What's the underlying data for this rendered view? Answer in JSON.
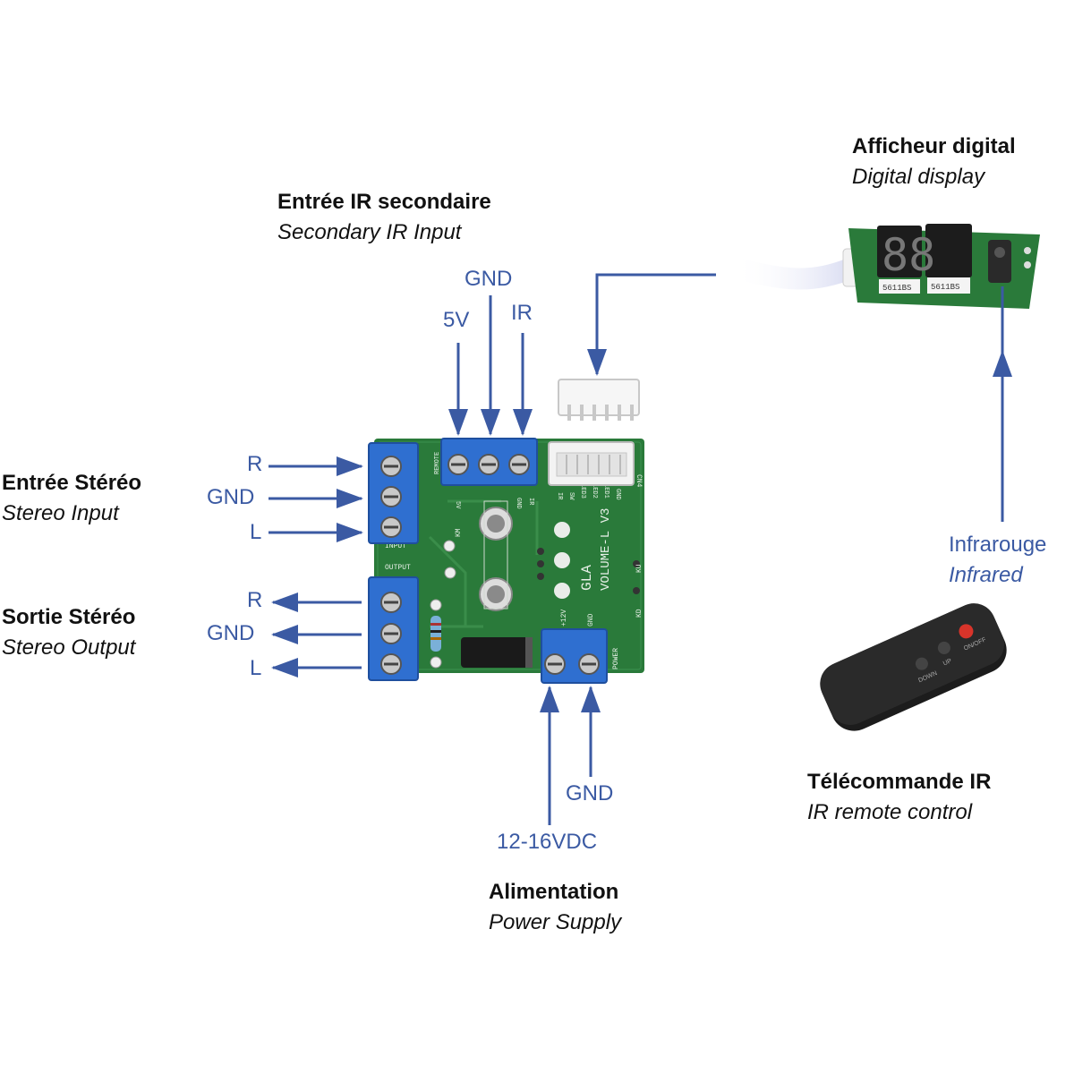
{
  "colors": {
    "arrow": "#3b5aa3",
    "pcb": "#2a7a3a",
    "terminal": "#2f6fd0",
    "text": "#111111"
  },
  "secondary_ir": {
    "title": "Entrée IR secondaire",
    "subtitle": "Secondary IR Input",
    "pins": [
      "5V",
      "GND",
      "IR"
    ]
  },
  "display": {
    "title": "Afficheur digital",
    "subtitle": "Digital display",
    "digits": "88",
    "part": "5611BS"
  },
  "stereo_input": {
    "title": "Entrée Stéréo",
    "subtitle": "Stereo Input",
    "pins": [
      "R",
      "GND",
      "L"
    ]
  },
  "stereo_output": {
    "title": "Sortie Stéréo",
    "subtitle": "Stereo Output",
    "pins": [
      "R",
      "GND",
      "L"
    ]
  },
  "infrared": {
    "label": "Infrarouge",
    "sublabel": "Infrared"
  },
  "power": {
    "voltage": "12-16VDC",
    "gnd": "GND",
    "title": "Alimentation",
    "subtitle": "Power Supply"
  },
  "remote": {
    "title": "Télécommande IR",
    "subtitle": "IR remote control",
    "buttons": [
      "ON/OFF",
      "UP",
      "DOWN"
    ]
  },
  "pcb": {
    "name_line1": "GLA",
    "name_line2": "VOLUME-L V3",
    "silk": [
      "REMOTE",
      "INPUT",
      "OUTPUT",
      "POWER",
      "CN4",
      "+12V",
      "GND",
      "5V",
      "GND",
      "IR",
      "IR",
      "SW",
      "LED3",
      "LED2",
      "LED1",
      "GND",
      "KU",
      "KD",
      "KM"
    ]
  }
}
